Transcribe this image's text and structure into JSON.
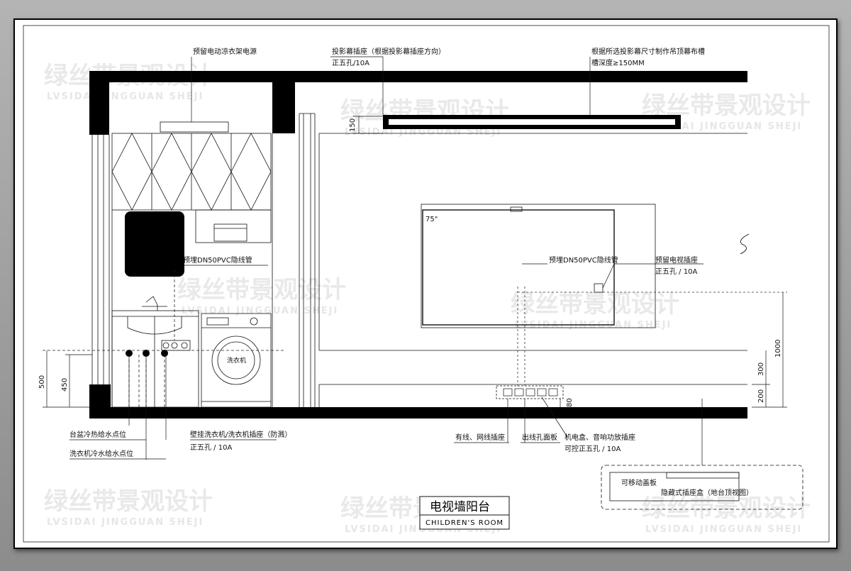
{
  "title": {
    "main": "电视墙阳台",
    "sub": "CHILDREN'S ROOM"
  },
  "watermark": {
    "text": "绿丝带景观设计",
    "sub": "LVSIDAI JINGGUAN SHEJI"
  },
  "annotations": {
    "dryer_power": "预留电动凉衣架电源",
    "projector_socket": "投影幕插座（根据投影幕插座方向）",
    "projector_socket_spec": "正五孔/10A",
    "curtain_slot": "根据所选投影幕尺寸制作吊顶幕布槽",
    "curtain_slot_depth": "槽深度≥150MM",
    "tv_size": "75\"",
    "conduit_left": "预埋DN50PVC隐线管",
    "conduit_tv": "预埋DN50PVC隐线管",
    "tv_socket": "预留电视插座",
    "tv_socket_spec": "正五孔 / 10A",
    "washer_label": "洗衣机",
    "basin_water": "台盆冷热给水点位",
    "washer_water": "洗衣机冷水给水点位",
    "washer_socket": "壁挂洗衣机/洗衣机插座（防溅）",
    "washer_socket_spec": "正五孔 / 10A",
    "network_socket": "有线、网线插座",
    "outlet_panel": "出线孔面板",
    "av_socket": "机电盒、音响功放插座",
    "av_socket_spec": "可控正五孔 / 10A",
    "movable_cover": "可移动盖板",
    "hidden_box": "隐藏式插座盒（地台顶视图）"
  },
  "dimensions": {
    "d150": "150",
    "d500": "500",
    "d450": "450",
    "d1000": "1000",
    "d300": "300",
    "d200": "200",
    "d80": "80"
  },
  "colors": {
    "wall": "#000000",
    "line": "#111111",
    "dash": "#333333"
  }
}
